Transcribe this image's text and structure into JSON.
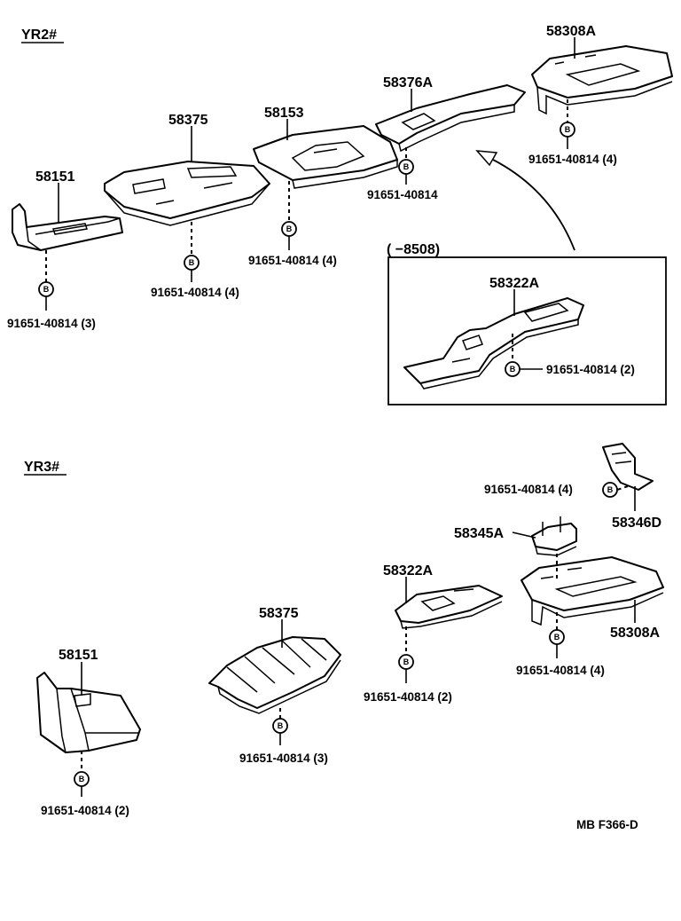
{
  "sections": {
    "yr2": "YR2#",
    "yr3": "YR3#"
  },
  "inset": {
    "range": "(        −8508)"
  },
  "bolt_letter": "B",
  "yr2_labels": {
    "p58151": "58151",
    "p58375": "58375",
    "p58153": "58153",
    "p58376a": "58376A",
    "p58308a": "58308A",
    "p58322a": "58322A",
    "b1": "91651-40814 (3)",
    "b2": "91651-40814 (4)",
    "b3": "91651-40814 (4)",
    "b4": "91651-40814",
    "b5": "91651-40814 (4)",
    "b6": "91651-40814 (2)"
  },
  "yr3_labels": {
    "p58151": "58151",
    "p58375": "58375",
    "p58322a": "58322A",
    "p58345a": "58345A",
    "p58346d": "58346D",
    "p58308a": "58308A",
    "b1": "91651-40814 (2)",
    "b2": "91651-40814 (3)",
    "b3": "91651-40814 (2)",
    "b4": "91651-40814 (4)",
    "b5": "91651-40814 (4)"
  },
  "footer": {
    "code": "MB  F366-D"
  }
}
